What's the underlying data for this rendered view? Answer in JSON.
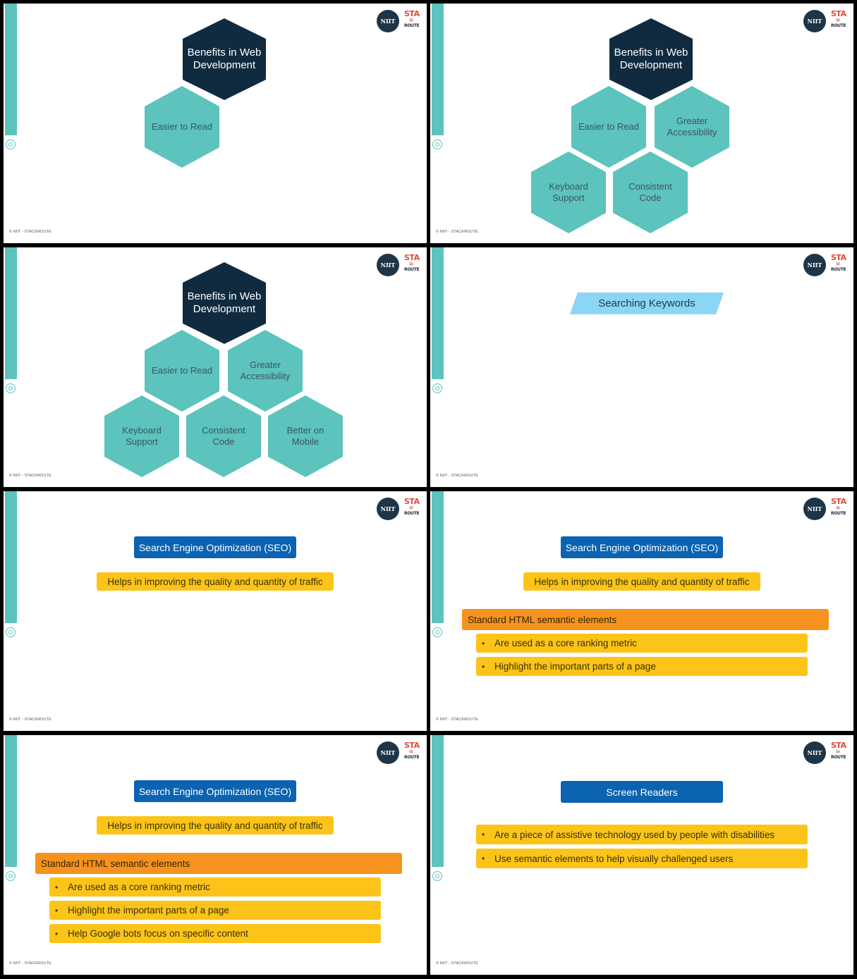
{
  "footer": "© NIIT - STACKROUTE",
  "logo": {
    "niit": "NIIT",
    "sta": "STA",
    "zz": "≋",
    "route": "ROUTE"
  },
  "hex": {
    "title": "Benefits in Web Development",
    "easier": "Easier to Read",
    "accessibility": "Greater Accessibility",
    "keyboard": "Keyboard Support",
    "consistent": "Consistent Code",
    "mobile": "Better on Mobile"
  },
  "keywords": "Searching Keywords",
  "seo": {
    "title": "Search Engine Optimization (SEO)",
    "traffic": "Helps in improving the quality and quantity of traffic",
    "semantic": "Standard HTML semantic elements",
    "points": [
      "Are used as a core ranking metric",
      "Highlight the important parts of a page",
      "Help Google bots focus on specific content"
    ]
  },
  "screen_readers": {
    "title": "Screen Readers",
    "points": [
      "Are a piece of assistive technology used by people with disabilities",
      "Use semantic elements to help visually challenged users"
    ]
  }
}
